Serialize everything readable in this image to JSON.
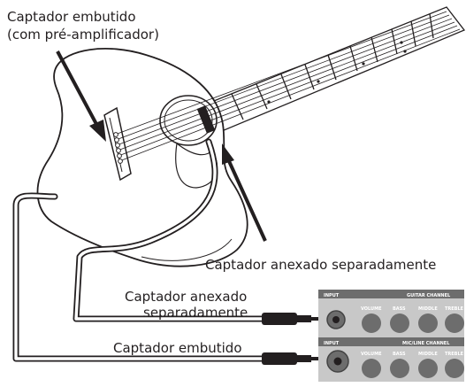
{
  "labels": {
    "builtin_top_line1": "Captador embutido",
    "builtin_top_line2": "(com pré-amplificador)",
    "attached_right": "Captador anexado separadamente",
    "attached_cable_line1": "Captador anexado",
    "attached_cable_line2": "separadamente",
    "builtin_cable": "Captador embutido"
  },
  "amp": {
    "top_panel": {
      "input_label": "INPUT",
      "channel_label": "GUITAR CHANNEL",
      "knobs": [
        "VOLUME",
        "BASS",
        "MIDDLE",
        "TREBLE"
      ]
    },
    "bottom_panel": {
      "input_label": "INPUT",
      "channel_label": "MIC/LINE CHANNEL",
      "knobs": [
        "VOLUME",
        "BASS",
        "MIDDLE",
        "TREBLE"
      ]
    }
  },
  "colors": {
    "line": "#231f20",
    "amp_panel": "#c8c8c8",
    "amp_dark": "#6d6d6d"
  }
}
